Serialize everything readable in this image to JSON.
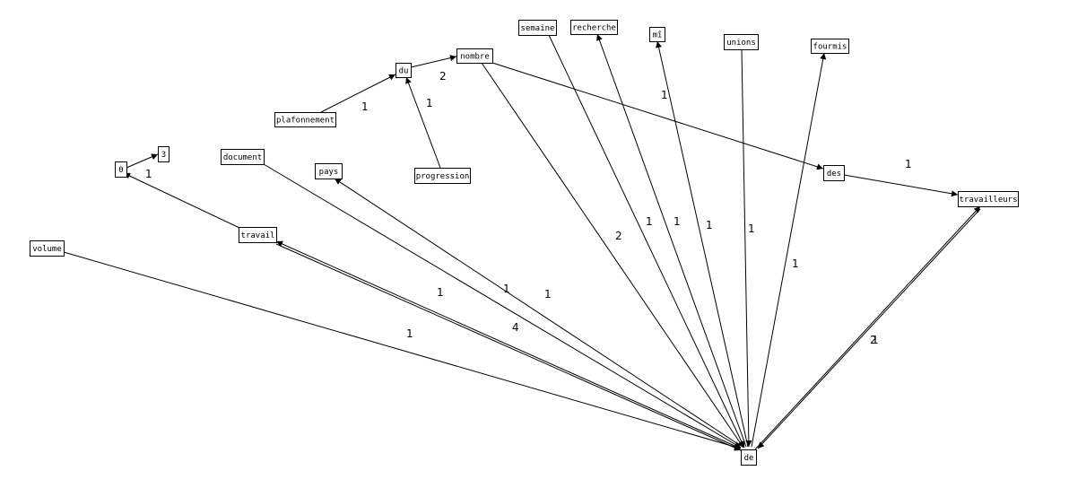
{
  "graph": {
    "nodes": [
      {
        "id": "du",
        "label": "du"
      },
      {
        "id": "nombre",
        "label": "nombre"
      },
      {
        "id": "plafonnement",
        "label": "plafonnement"
      },
      {
        "id": "progression",
        "label": "progression"
      },
      {
        "id": "semaine",
        "label": "semaine"
      },
      {
        "id": "recherche",
        "label": "recherche"
      },
      {
        "id": "mi",
        "label": "mî"
      },
      {
        "id": "unions",
        "label": "unions"
      },
      {
        "id": "fourmis",
        "label": "fourmis"
      },
      {
        "id": "des",
        "label": "des"
      },
      {
        "id": "travailleurs",
        "label": "travailleurs"
      },
      {
        "id": "zero",
        "label": "0"
      },
      {
        "id": "trois",
        "label": "3"
      },
      {
        "id": "document",
        "label": "document"
      },
      {
        "id": "pays",
        "label": "pays"
      },
      {
        "id": "travail",
        "label": "travail"
      },
      {
        "id": "volume",
        "label": "volume"
      },
      {
        "id": "de",
        "label": "de"
      }
    ],
    "edges": [
      {
        "from": "du",
        "to": "nombre",
        "weight": "2"
      },
      {
        "from": "plafonnement",
        "to": "du",
        "weight": "1"
      },
      {
        "from": "progression",
        "to": "du",
        "weight": "1"
      },
      {
        "from": "nombre",
        "to": "des",
        "weight": "1"
      },
      {
        "from": "des",
        "to": "travailleurs",
        "weight": "1"
      },
      {
        "from": "zero",
        "to": "trois",
        "weight": ""
      },
      {
        "from": "travail",
        "to": "zero",
        "weight": "1"
      },
      {
        "from": "volume",
        "to": "de",
        "weight": "1"
      },
      {
        "from": "document",
        "to": "de",
        "weight": "1"
      },
      {
        "from": "de",
        "to": "pays",
        "weight": "1"
      },
      {
        "from": "de",
        "to": "travail",
        "weight": "4"
      },
      {
        "from": "travail",
        "to": "de",
        "weight": "1"
      },
      {
        "from": "nombre",
        "to": "de",
        "weight": "2"
      },
      {
        "from": "semaine",
        "to": "de",
        "weight": "1"
      },
      {
        "from": "de",
        "to": "recherche",
        "weight": "1"
      },
      {
        "from": "de",
        "to": "mi",
        "weight": "1"
      },
      {
        "from": "unions",
        "to": "de",
        "weight": "1"
      },
      {
        "from": "de",
        "to": "fourmis",
        "weight": "1"
      },
      {
        "from": "de",
        "to": "travailleurs",
        "weight": "2"
      },
      {
        "from": "travailleurs",
        "to": "de",
        "weight": "1"
      }
    ]
  }
}
